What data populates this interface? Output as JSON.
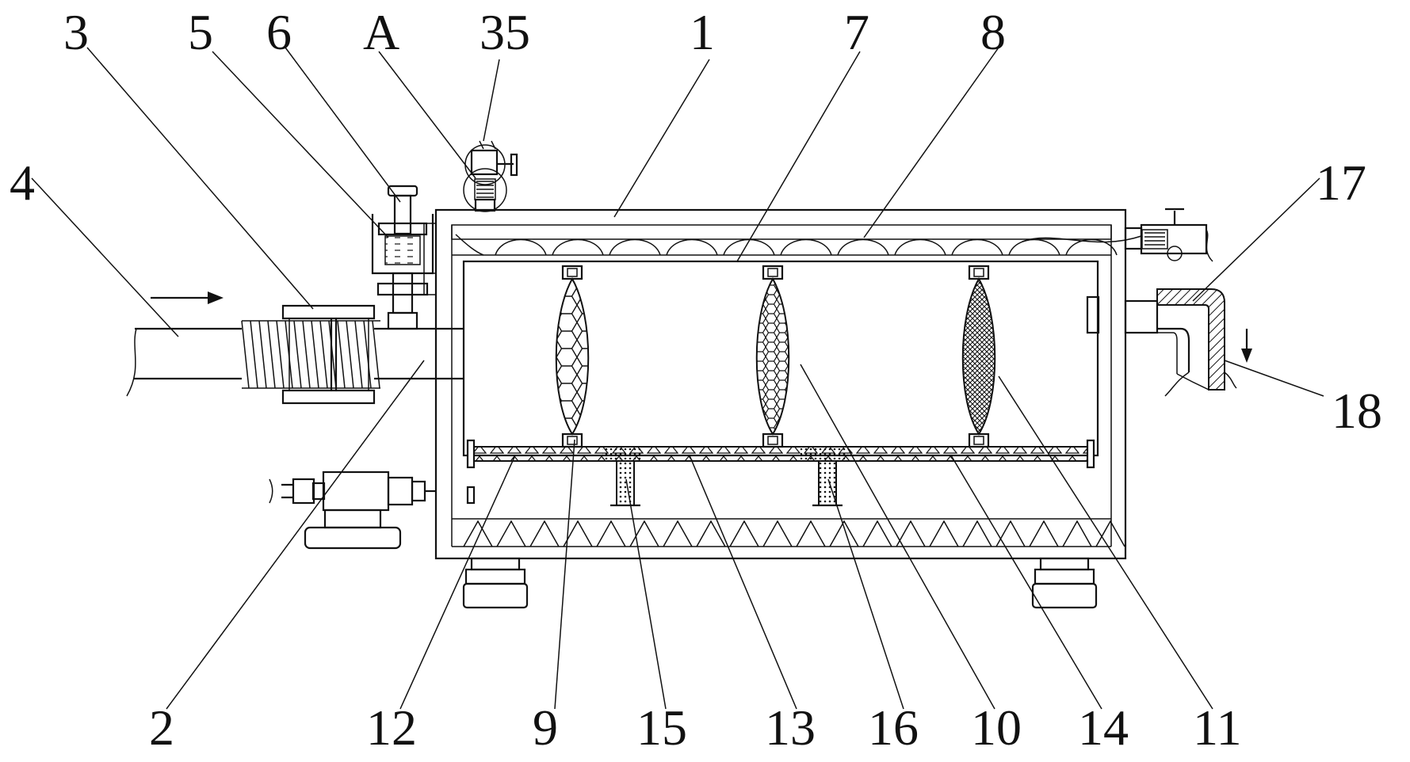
{
  "labels": {
    "l1": "1",
    "l2": "2",
    "l3": "3",
    "l4": "4",
    "l5": "5",
    "l6": "6",
    "l7": "7",
    "l8": "8",
    "l9": "9",
    "l10": "10",
    "l11": "11",
    "l12": "12",
    "l13": "13",
    "l14": "14",
    "l15": "15",
    "l16": "16",
    "l17": "17",
    "l18": "18",
    "l35": "35",
    "lA": "A"
  }
}
